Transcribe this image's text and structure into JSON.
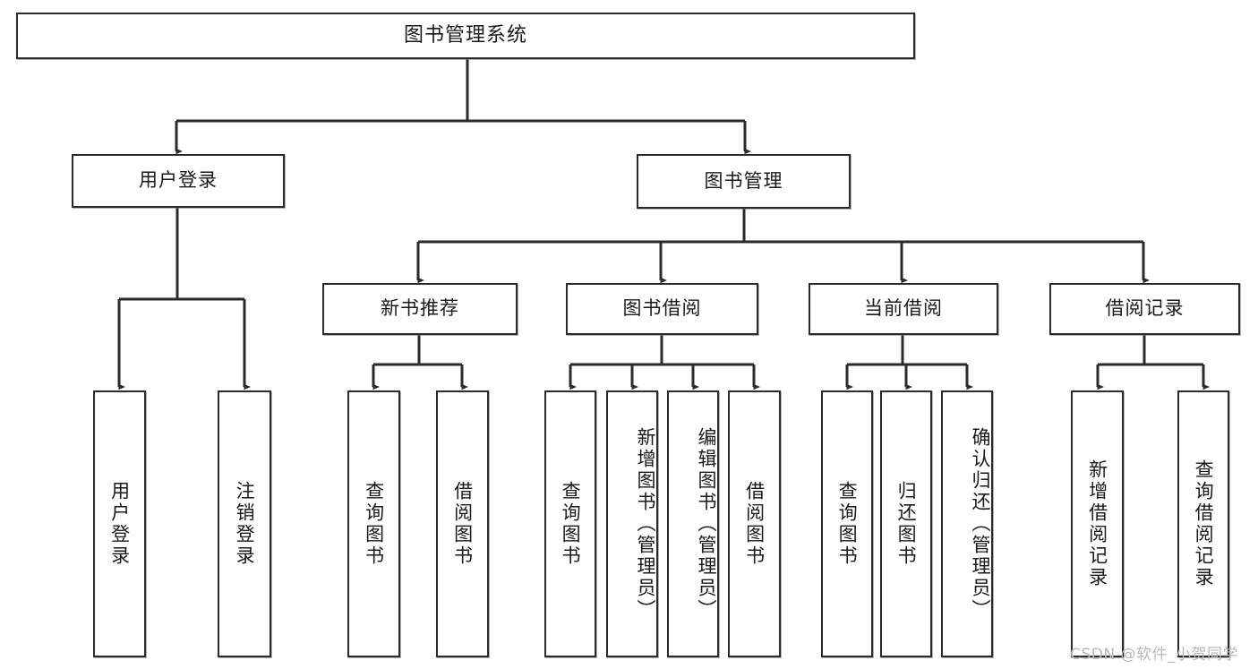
{
  "diagram": {
    "title": "图书管理系统",
    "type": "tree",
    "watermark": "CSDN @软件_小贺同学",
    "colors": {
      "stroke": "#2b2b2b",
      "background": "#ffffff",
      "text": "#1a1a1a",
      "watermark": "#b9b9b9"
    },
    "root": {
      "label": "图书管理系统"
    },
    "level1": [
      {
        "label": "用户登录"
      },
      {
        "label": "图书管理"
      }
    ],
    "level2": [
      {
        "label": "新书推荐"
      },
      {
        "label": "图书借阅"
      },
      {
        "label": "当前借阅"
      },
      {
        "label": "借阅记录"
      }
    ],
    "leaves": {
      "user_login": [
        {
          "label": "用户登录"
        },
        {
          "label": "注销登录"
        }
      ],
      "new_book_recommend": [
        {
          "label": "查询图书"
        },
        {
          "label": "借阅图书"
        }
      ],
      "book_borrow": [
        {
          "label": "查询图书"
        },
        {
          "label": "新增图书（管理员）"
        },
        {
          "label": "编辑图书（管理员）"
        },
        {
          "label": "借阅图书"
        }
      ],
      "current_borrow": [
        {
          "label": "查询图书"
        },
        {
          "label": "归还图书"
        },
        {
          "label": "确认归还（管理员）"
        }
      ],
      "borrow_record": [
        {
          "label": "新增借阅记录"
        },
        {
          "label": "查询借阅记录"
        }
      ]
    }
  }
}
